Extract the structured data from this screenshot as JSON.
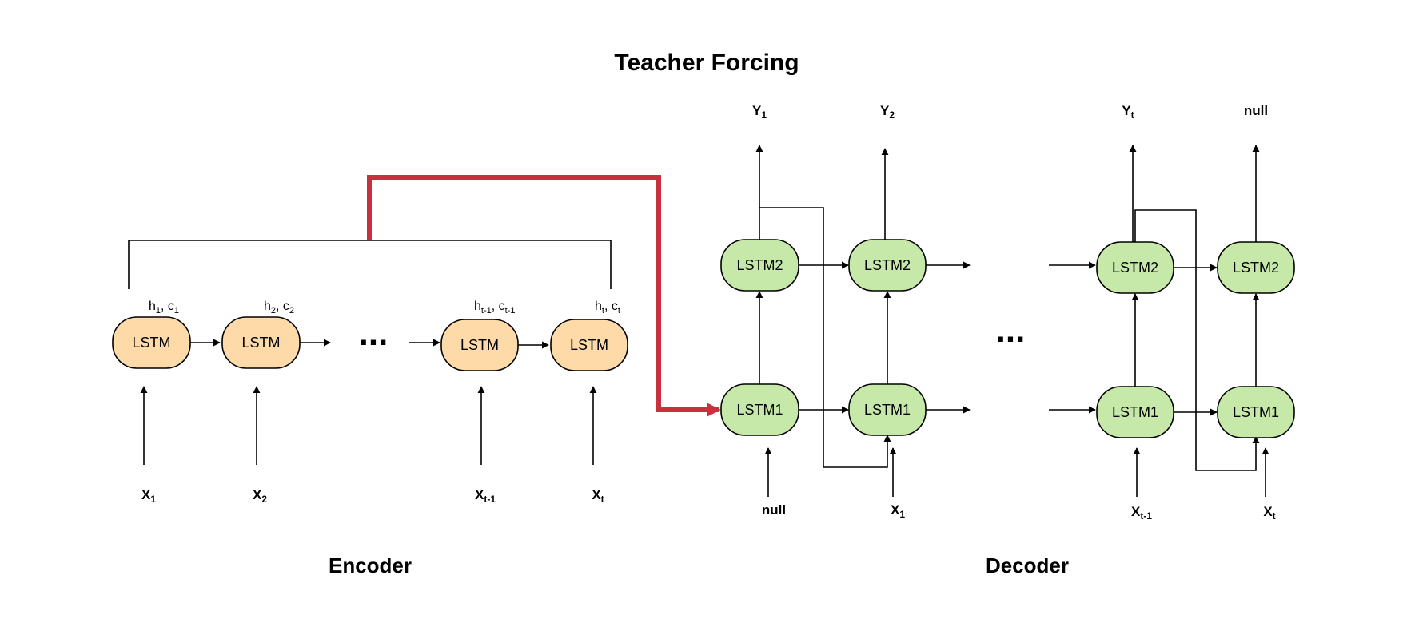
{
  "title": "Teacher Forcing",
  "sections": {
    "encoder": "Encoder",
    "decoder": "Decoder"
  },
  "ellipsis": "...",
  "colors": {
    "encoder_cell": "#fedaa8",
    "decoder_cell": "#c6e8a8",
    "context_arrow": "#c9303e"
  },
  "encoder": {
    "cell_label": "LSTM",
    "inputs": [
      {
        "base": "X",
        "sub": "1"
      },
      {
        "base": "X",
        "sub": "2"
      },
      {
        "base": "X",
        "sub": "t-1"
      },
      {
        "base": "X",
        "sub": "t"
      }
    ],
    "states": [
      {
        "h": "h",
        "hs": "1",
        "sep": ", ",
        "c": "c",
        "cs": "1"
      },
      {
        "h": "h",
        "hs": "2",
        "sep": ", ",
        "c": "c",
        "cs": "2"
      },
      {
        "h": "h",
        "hs": "t-1",
        "sep": ", ",
        "c": "c",
        "cs": "t-1"
      },
      {
        "h": "h",
        "hs": "t",
        "sep": ", ",
        "c": "c",
        "cs": "t"
      }
    ]
  },
  "decoder": {
    "layer1_label": "LSTM1",
    "layer2_label": "LSTM2",
    "outputs": [
      {
        "base": "Y",
        "sub": "1"
      },
      {
        "base": "Y",
        "sub": "2"
      },
      {
        "base": "Y",
        "sub": "t"
      },
      {
        "base": "null",
        "sub": ""
      }
    ],
    "inputs": [
      {
        "base": "null",
        "sub": ""
      },
      {
        "base": "X",
        "sub": "1"
      },
      {
        "base": "X",
        "sub": "t-1"
      },
      {
        "base": "X",
        "sub": "t"
      }
    ]
  }
}
